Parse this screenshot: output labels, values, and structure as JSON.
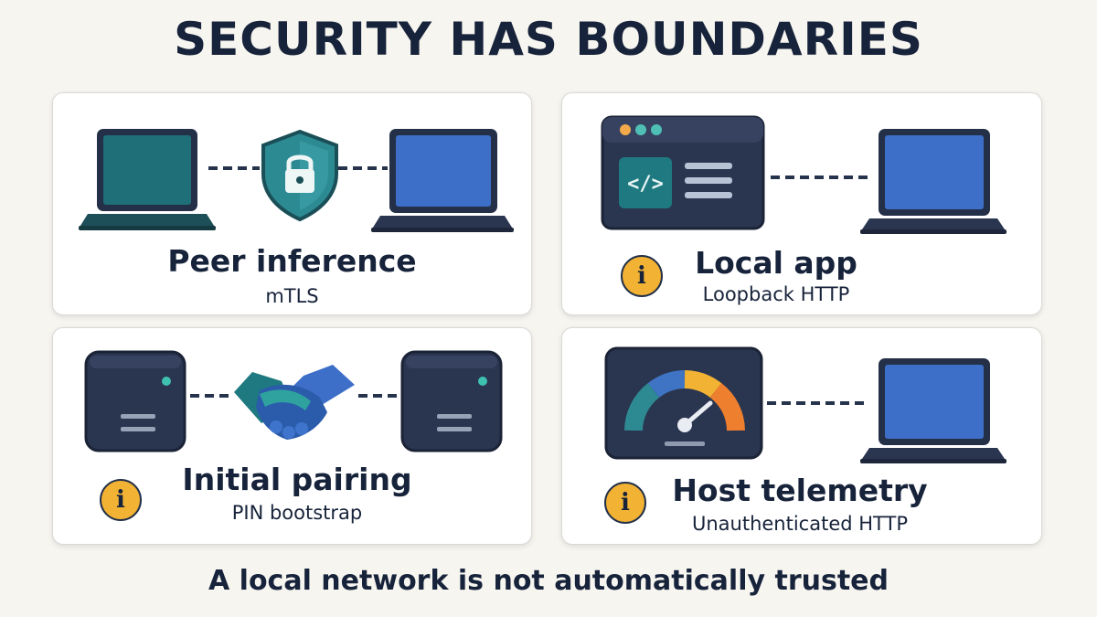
{
  "title": "SECURITY HAS BOUNDARIES",
  "footer": "A local network is not automatically trusted",
  "colors": {
    "navy": "#2a3550",
    "teal": "#1e6f78",
    "blue": "#3d6fc8",
    "warning": "#f2b233",
    "background": "#f7f5f0"
  },
  "cards": [
    {
      "title": "Peer inference",
      "subtitle": "mTLS",
      "left_icon": "laptop-teal-icon",
      "center_icon": "shield-lock-icon",
      "right_icon": "laptop-blue-icon",
      "info": false
    },
    {
      "title": "Local app",
      "subtitle": "Loopback HTTP",
      "left_icon": "app-window-code-icon",
      "right_icon": "laptop-blue-icon",
      "info": true,
      "info_glyph": "i"
    },
    {
      "title": "Initial pairing",
      "subtitle": "PIN bootstrap",
      "left_icon": "server-icon",
      "center_icon": "handshake-icon",
      "right_icon": "server-icon",
      "info": true,
      "info_glyph": "i"
    },
    {
      "title": "Host telemetry",
      "subtitle": "Unauthenticated HTTP",
      "left_icon": "gauge-dashboard-icon",
      "right_icon": "laptop-blue-icon",
      "info": true,
      "info_glyph": "i"
    }
  ]
}
